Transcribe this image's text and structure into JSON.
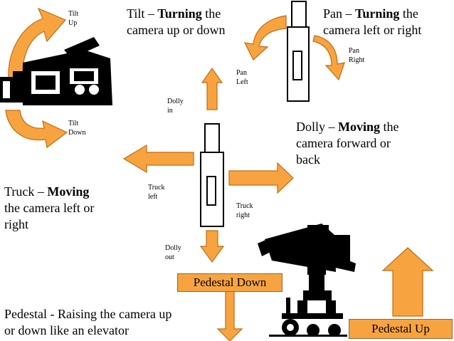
{
  "colors": {
    "arrow_fill": "#f7a440",
    "arrow_stroke": "#c46a12",
    "ink": "#000000"
  },
  "labels": {
    "tilt_title_lead": "Tilt – ",
    "tilt_title_bold": "Turning",
    "tilt_title_rest": " the",
    "tilt_title_line2": "camera up or down",
    "pan_title_lead": "Pan – ",
    "pan_title_bold": "Turning",
    "pan_title_rest": " the",
    "pan_title_line2": "camera left or right",
    "dolly_title_lead": "Dolly  – ",
    "dolly_title_bold": "Moving",
    "dolly_title_rest": " the",
    "dolly_title_line2": "camera forward or",
    "dolly_title_line3": "back",
    "truck_title_lead": "Truck  – ",
    "truck_title_bold": "Moving",
    "truck_title_line2": "the camera left or",
    "truck_title_line3": "right",
    "pedestal_title_line1": "Pedestal - Raising the camera up",
    "pedestal_title_line2": "or down like an elevator",
    "tilt_up_1": "Tilt",
    "tilt_up_2": "Up",
    "tilt_down_1": "Tilt",
    "tilt_down_2": "Down",
    "pan_right_1": "Pan",
    "pan_right_2": "Right",
    "pan_left_1": "Pan",
    "pan_left_2": "Left",
    "dolly_in_1": "Dolly",
    "dolly_in_2": "in",
    "dolly_out_1": "Dolly",
    "dolly_out_2": "out",
    "truck_left_1": "Truck",
    "truck_left_2": "left",
    "truck_right_1": "Truck",
    "truck_right_2": "right",
    "pedestal_down": "Pedestal Down",
    "pedestal_up": "Pedestal Up"
  },
  "icons": [
    "camcorder-icon",
    "studio-camera-icon",
    "camera-top-view-icon"
  ]
}
